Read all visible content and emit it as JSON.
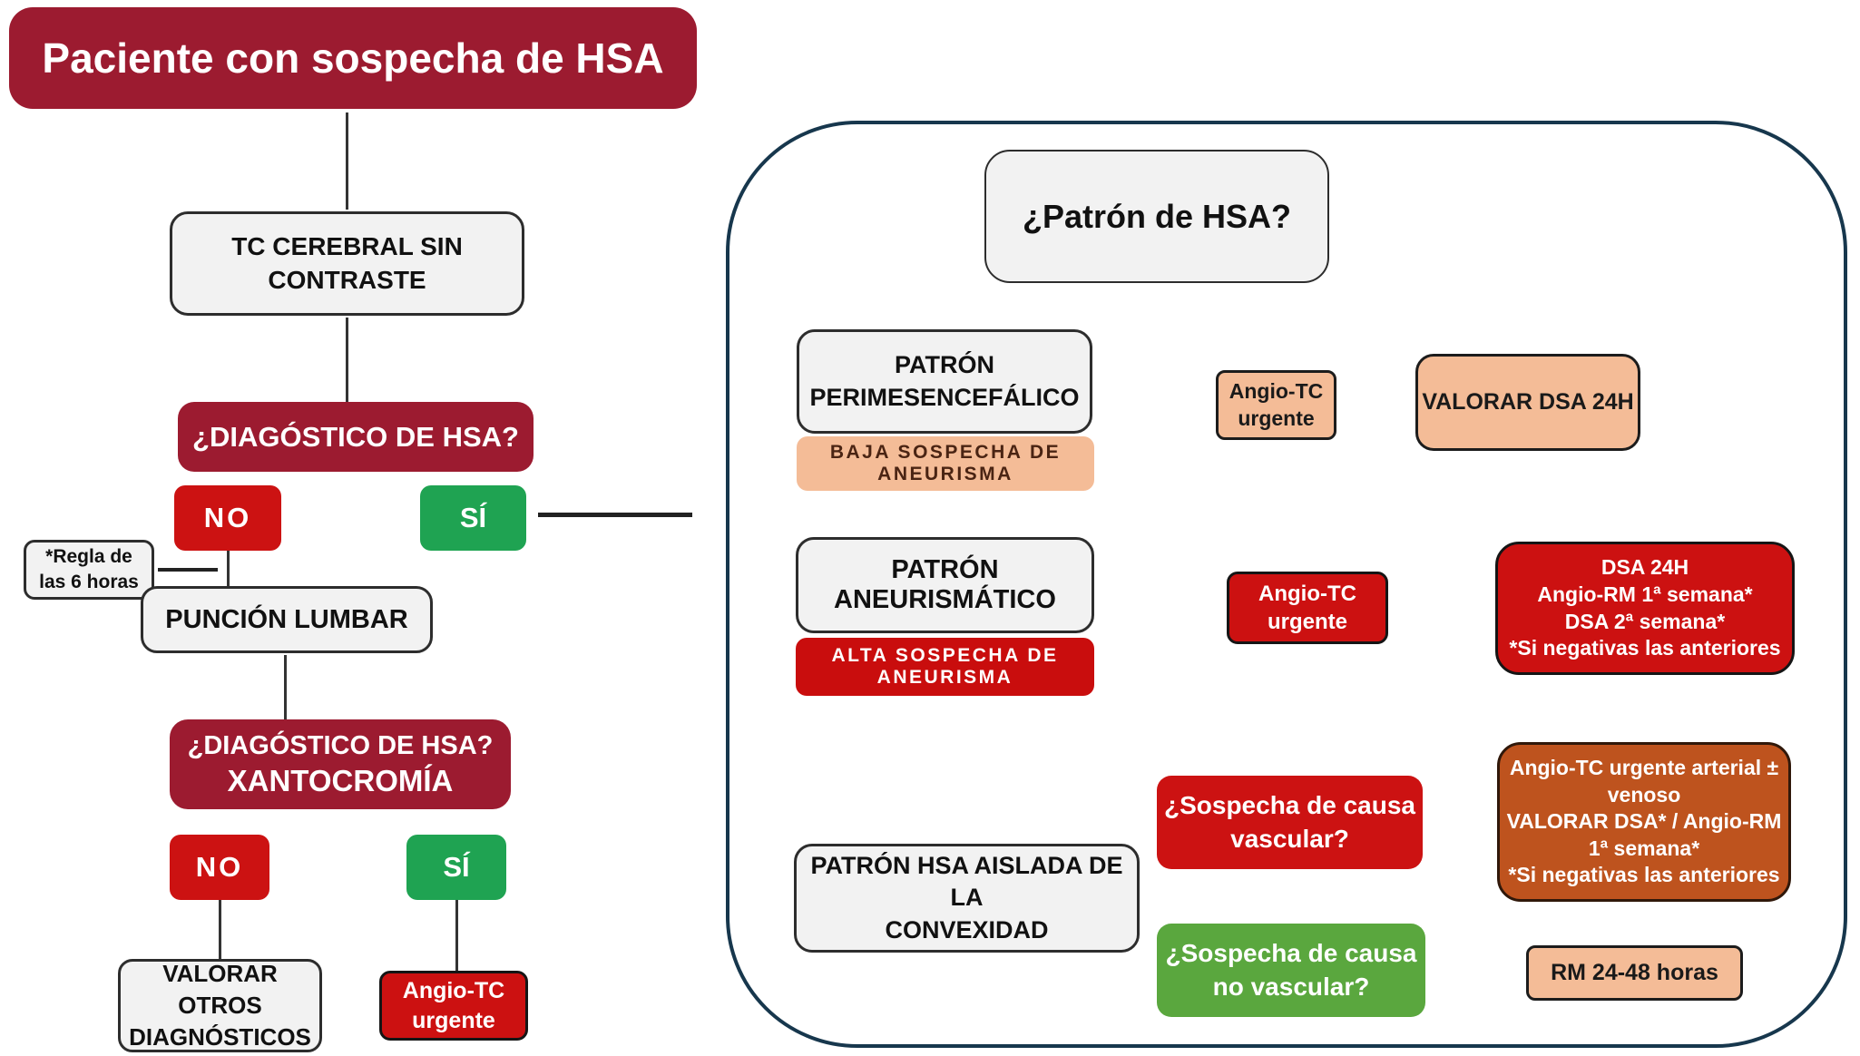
{
  "colors": {
    "dark_red": "#9C1B30",
    "bright_red": "#CC1212",
    "emerald_green": "#1FA352",
    "grass_green": "#5AA73E",
    "peach": "#F4BC97",
    "burnt_orange": "#BE531E",
    "gray_fill": "#F2F2F2",
    "panel_border": "#17374D"
  },
  "left_flow": {
    "title": "Paciente con sospecha de HSA",
    "tc_cerebral": {
      "lines": [
        "TC CEREBRAL SIN",
        "CONTRASTE"
      ]
    },
    "diagnostico_hsa": "¿DIAGÓSTICO DE HSA?",
    "no_1": "NO",
    "si_1": "SÍ",
    "regla_6_horas": {
      "lines": [
        "*Regla de",
        "las 6 horas"
      ]
    },
    "puncion_lumbar": "PUNCIÓN LUMBAR",
    "diagnostico_xantocromia": {
      "lines": [
        "¿DIAGÓSTICO DE HSA?",
        "XANTOCROMÍA"
      ]
    },
    "no_2": "NO",
    "si_2": "SÍ",
    "valorar_otros": {
      "lines": [
        "VALORAR OTROS",
        "DIAGNÓSTICOS"
      ]
    },
    "angio_tc_urgente": {
      "lines": [
        "Angio-TC",
        "urgente"
      ]
    }
  },
  "right_panel": {
    "title": "¿Patrón de HSA?",
    "perimesencefalico": {
      "patron": {
        "lines": [
          "PATRÓN",
          "PERIMESENCEFÁLICO"
        ]
      },
      "sospecha": "BAJA SOSPECHA DE ANEURISMA",
      "accion": {
        "lines": [
          "Angio-TC",
          "urgente"
        ]
      },
      "seguimiento": "VALORAR DSA 24H"
    },
    "aneurismatico": {
      "patron": "PATRÓN ANEURISMÁTICO",
      "sospecha": "ALTA SOSPECHA DE ANEURISMA",
      "accion": {
        "lines": [
          "Angio-TC",
          "urgente"
        ]
      },
      "seguimiento": {
        "lines": [
          "DSA 24H",
          "Angio-RM 1ª semana*",
          "DSA 2ª semana*",
          "*Si negativas las anteriores"
        ]
      }
    },
    "convexidad": {
      "patron": {
        "lines": [
          "PATRÓN HSA AISLADA DE LA",
          "CONVEXIDAD"
        ]
      },
      "causa_vascular": {
        "lines": [
          "¿Sospecha de causa",
          "vascular?"
        ]
      },
      "causa_no_vascular": {
        "lines": [
          "¿Sospecha de causa",
          "no vascular?"
        ]
      },
      "accion_vascular": {
        "lines": [
          "Angio-TC urgente arterial ±",
          "venoso",
          "VALORAR DSA* / Angio-RM",
          "1ª semana*",
          "*Si negativas las anteriores"
        ]
      },
      "accion_no_vascular": "RM 24-48 horas"
    }
  }
}
